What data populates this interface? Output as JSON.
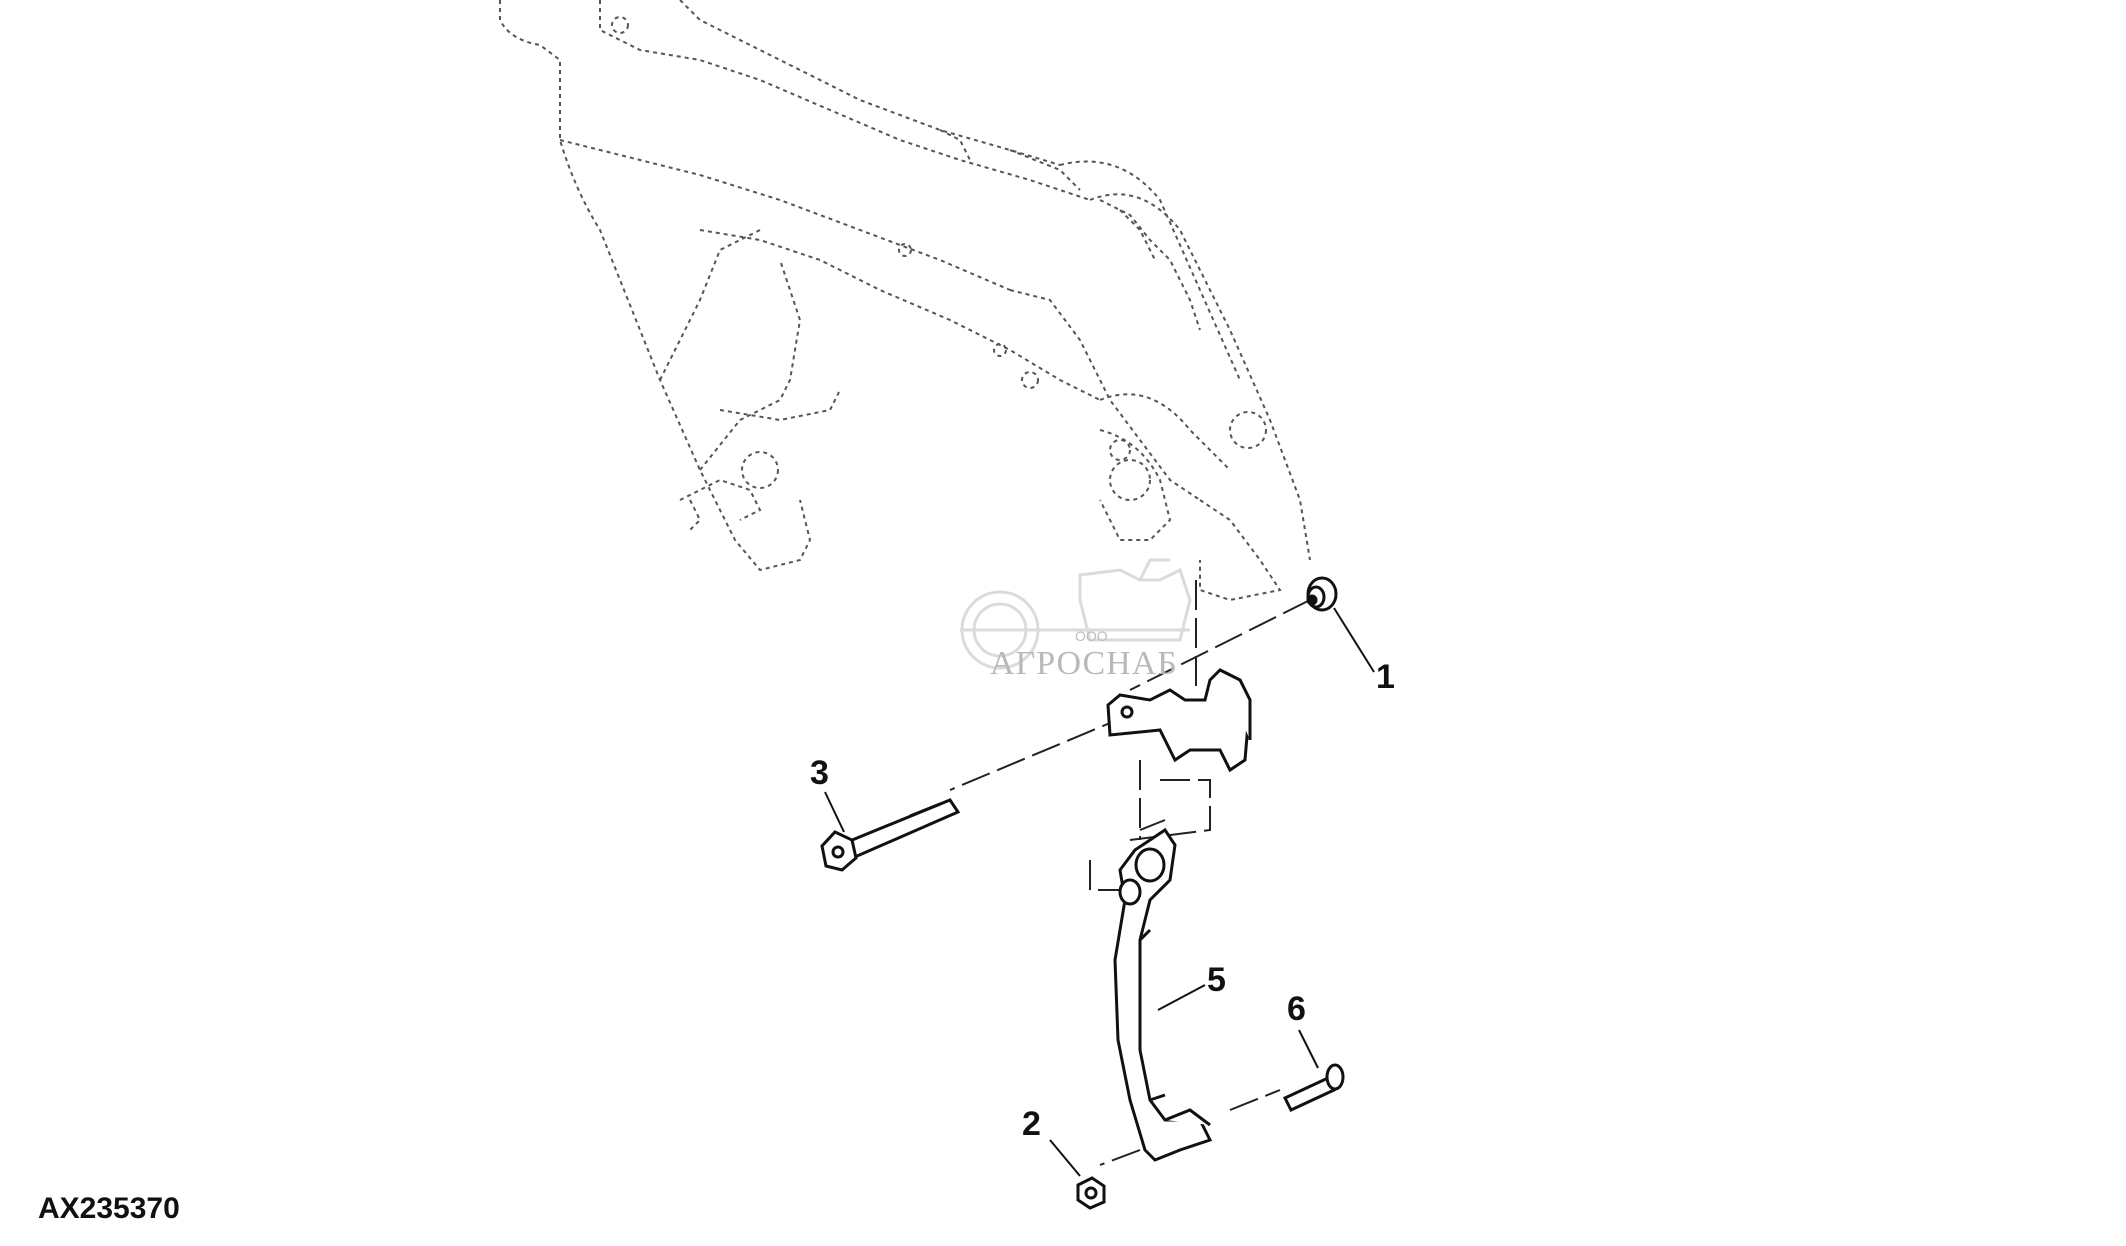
{
  "diagram": {
    "callouts": [
      {
        "id": "1",
        "label": "1"
      },
      {
        "id": "2",
        "label": "2"
      },
      {
        "id": "3",
        "label": "3"
      },
      {
        "id": "5",
        "label": "5"
      },
      {
        "id": "6",
        "label": "6"
      }
    ],
    "drawing_id": "AX235370",
    "watermark": {
      "sub": "ООО",
      "name": "АГРОСНАБ"
    }
  }
}
